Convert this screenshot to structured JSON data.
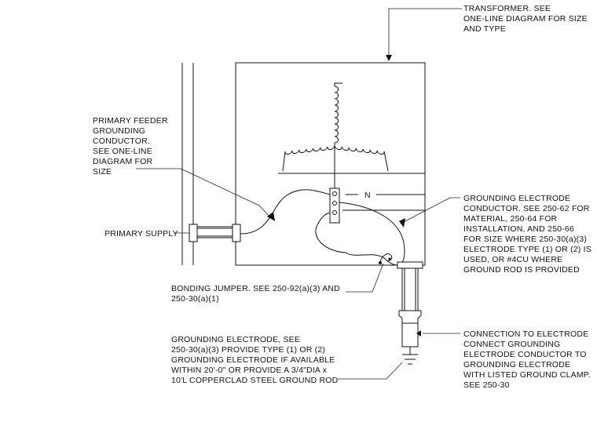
{
  "labels": {
    "transformer": [
      "TRANSFORMER. SEE",
      "ONE-LINE DIAGRAM FOR SIZE",
      "AND TYPE"
    ],
    "primary_feeder": [
      "PRIMARY FEEDER",
      "GROUNDING",
      "CONDUCTOR.",
      "SEE ONE-LINE",
      "DIAGRAM FOR",
      "SIZE"
    ],
    "primary_supply": [
      "PRIMARY SUPPLY"
    ],
    "grounding_electrode_conductor": [
      "GROUNDING ELECTRODE",
      "CONDUCTOR. SEE 250-62 FOR",
      "MATERIAL, 250-64 FOR",
      "INSTALLATION, AND 250-66",
      "FOR SIZE WHERE 250-30(a)(3)",
      "ELECTRODE TYPE (1) OR (2) IS",
      "USED, OR #4CU WHERE",
      "GROUND ROD IS PROVIDED"
    ],
    "neutral": [
      "N"
    ],
    "bonding_jumper": [
      "BONDING JUMPER. SEE 250-92(a)(3) AND",
      "250-30(a)(1)"
    ],
    "grounding_electrode": [
      "GROUNDING ELECTRODE, SEE",
      "250-30(a)(3) PROVIDE TYPE (1) OR (2)",
      "GROUNDING ELECTRODE IF AVAILABLE",
      "WITHIN 20'-0\" OR PROVIDE A 3/4\"DIA x",
      "10'L COPPERCLAD STEEL GROUND ROD"
    ],
    "connection": [
      "CONNECTION TO ELECTRODE",
      "CONNECT GROUNDING",
      "ELECTRODE CONDUCTOR TO",
      "GROUNDING ELECTRODE",
      "WITH LISTED GROUND CLAMP.",
      "SEE 250-30"
    ]
  }
}
